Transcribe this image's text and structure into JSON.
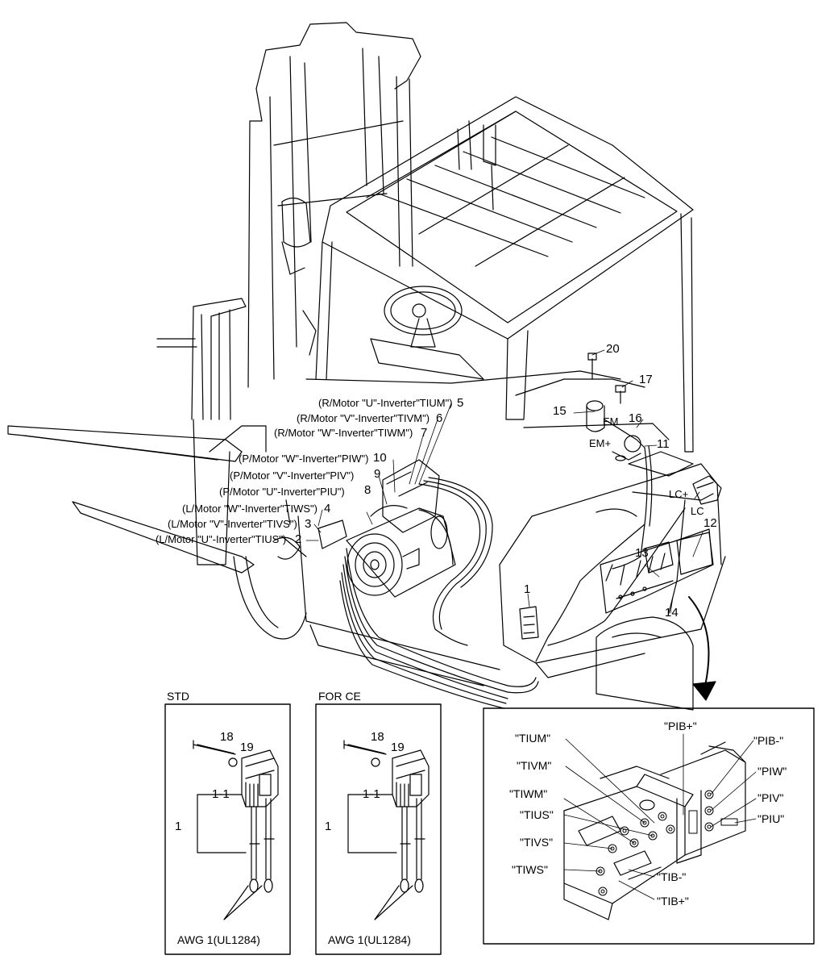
{
  "callouts": {
    "n1": "1",
    "n2": "2",
    "n3": "3",
    "n4": "4",
    "n5": "5",
    "n6": "6",
    "n7": "7",
    "n8": "8",
    "n9": "9",
    "n10": "10",
    "n11": "11",
    "n12": "12",
    "n13": "13",
    "n14": "14",
    "n15": "15",
    "n16": "16",
    "n17": "17",
    "n20": "20"
  },
  "cable_labels": {
    "r_u": "(R/Motor \"U\"-Inverter\"TIUM\")",
    "r_v": "(R/Motor \"V\"-Inverter\"TIVM\")",
    "r_w": "(R/Motor \"W\"-Inverter\"TIWM\")",
    "p_w": "(P/Motor \"W\"-Inverter\"PIW\")",
    "p_v": "(P/Motor \"V\"-Inverter\"PIV\")",
    "p_u": "(P/Motor \"U\"-Inverter\"PIU\")",
    "l_w": "(L/Motor \"W\"-Inverter\"TIWS\")",
    "l_v": "(L/Motor \"V\"-Inverter\"TIVS\")",
    "l_u": "(L/Motor \"U\"-Inverter\"TIUS\")"
  },
  "terminals": {
    "em": "EM",
    "em_plus": "EM+",
    "lc_plus": "LC+",
    "lc": "LC"
  },
  "std_box": {
    "title": "STD",
    "n18": "18",
    "n19": "19",
    "n1_1": "1-1",
    "n1": "1",
    "cable": "AWG 1(UL1284)"
  },
  "ce_box": {
    "title": "FOR CE",
    "n18": "18",
    "n19": "19",
    "n1_1": "1-1",
    "n1": "1",
    "cable": "AWG 1(UL1284)"
  },
  "inverter_detail": {
    "tium": "\"TIUM\"",
    "tivm": "\"TIVM\"",
    "tiwm": "\"TIWM\"",
    "tius": "\"TIUS\"",
    "tivs": "\"TIVS\"",
    "tiws": "\"TIWS\"",
    "pib_plus": "\"PIB+\"",
    "pib_minus": "\"PIB-\"",
    "piw": "\"PIW\"",
    "piv": "\"PIV\"",
    "piu": "\"PIU\"",
    "tib_minus": "\"TIB-\"",
    "tib_plus": "\"TIB+\""
  }
}
